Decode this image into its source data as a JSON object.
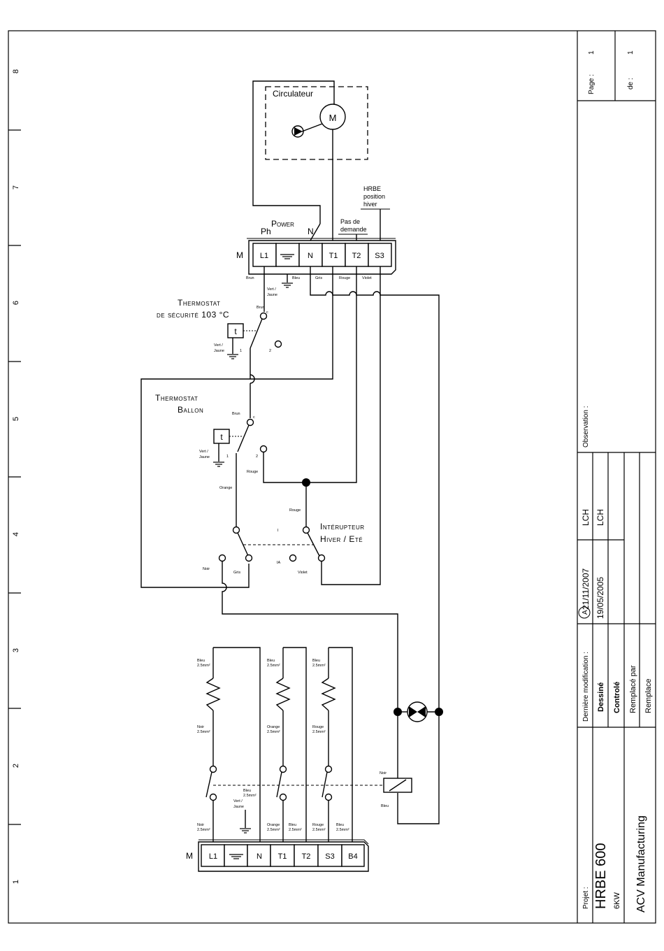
{
  "ruler": {
    "marks": [
      "8",
      "7",
      "6",
      "5",
      "4",
      "3",
      "2",
      "1"
    ]
  },
  "circulator": {
    "title": "Circulateur",
    "motor": "M"
  },
  "hrbe_note": {
    "line1": "HRBE",
    "line2": "position",
    "line3": "hiver"
  },
  "pas_demande": {
    "line1": "Pas de",
    "line2": "demande"
  },
  "power": {
    "label": "Power",
    "ph": "Ph",
    "n": "N",
    "m": "M",
    "terminals": [
      "L1",
      "",
      "N",
      "T1",
      "T2",
      "S3"
    ]
  },
  "wire_colors": {
    "brun": "Brun",
    "vert_jaune_1": "Vert /",
    "vert_jaune_2": "Jaune",
    "bleu": "Bleu",
    "gris": "Gris",
    "rouge": "Rouge",
    "violet": "Violet",
    "orange": "Orange",
    "noir": "Noir"
  },
  "thermostat_securite": {
    "line1": "Thermostat",
    "line2": "de sécurité 103 °C",
    "t": "t",
    "c": "c",
    "p1": "1",
    "p2": "2"
  },
  "thermostat_ballon": {
    "line1": "Thermostat",
    "line2": "Ballon",
    "t": "t",
    "c": "c",
    "p1": "1",
    "p2": "2"
  },
  "interrupteur": {
    "line1": "Intérupteur",
    "line2": "Hiver / Eté",
    "p1": "I",
    "p1a": "IA"
  },
  "heaters": {
    "section": "2.5mm²",
    "bleu": "Bleu",
    "noir": "Noir",
    "orange": "Orange",
    "rouge": "Rouge"
  },
  "bottom_strip": {
    "m": "M",
    "terminals": [
      "L1",
      "",
      "N",
      "T1",
      "T2",
      "S3",
      "B4"
    ]
  },
  "title_block": {
    "page_label": "Page :",
    "page_value": "1",
    "de_label": "de :",
    "de_value": "1",
    "observation": "Observation :",
    "derniere_modif": "Dernière modification :",
    "rev_letter": "A",
    "rev_date": "21/11/2007",
    "rev_by": "LCH",
    "dessine": "Dessiné",
    "dessine_date": "19/05/2005",
    "dessine_by": "LCH",
    "controle": "Controlé",
    "remplace_par": "Remplacé par",
    "remplace": "Remplace",
    "projet_label": "Projet :",
    "projet": "HRBE 600",
    "power_rating": "6KW",
    "company": "ACV Manufacturing"
  }
}
